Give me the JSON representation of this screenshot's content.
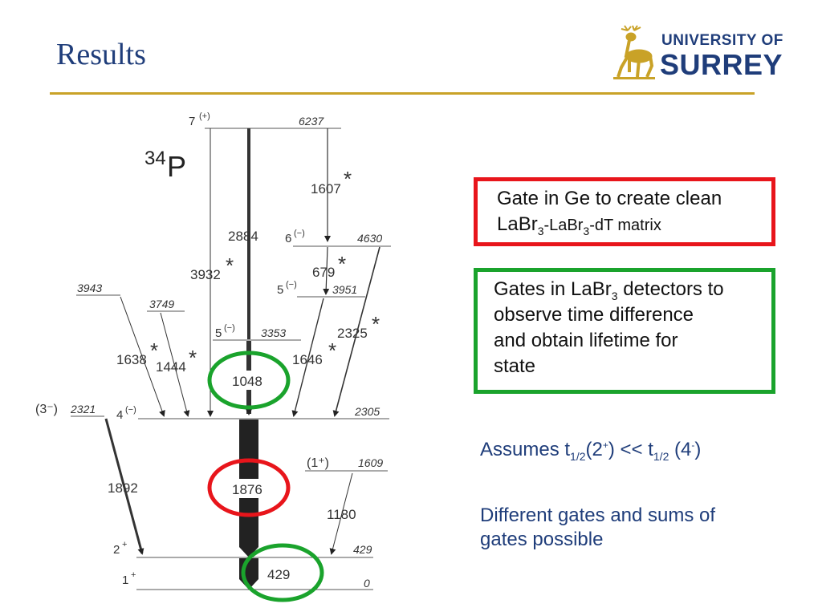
{
  "title": "Results",
  "logo": {
    "line1": "UNIVERSITY OF",
    "line2": "SURREY"
  },
  "colors": {
    "title": "#1f3d7a",
    "rule": "#c9a227",
    "red_box": "#e8151b",
    "green_box": "#1aa32c"
  },
  "nucleus": {
    "mass": "34",
    "symbol": "P"
  },
  "levels": [
    {
      "spin": "7",
      "parity": "(+)",
      "energy": "6237"
    },
    {
      "spin": "6",
      "parity": "(−)",
      "energy": "4630"
    },
    {
      "spin": "5",
      "parity": "(−)",
      "energy": "3951"
    },
    {
      "spin": "",
      "parity": "",
      "energy": "3943"
    },
    {
      "spin": "",
      "parity": "",
      "energy": "3749"
    },
    {
      "spin": "5",
      "parity": "(−)",
      "energy": "3353"
    },
    {
      "spin": "(3⁻)",
      "parity": "",
      "energy": "2321"
    },
    {
      "spin": "4",
      "parity": "(−)",
      "energy": "2305"
    },
    {
      "spin": "(1⁺)",
      "parity": "",
      "energy": "1609"
    },
    {
      "spin": "2",
      "parity": "+",
      "energy": "429"
    },
    {
      "spin": "1",
      "parity": "+",
      "energy": "0"
    }
  ],
  "transitions": [
    {
      "energy": "2884",
      "star": ""
    },
    {
      "energy": "1607",
      "star": "*"
    },
    {
      "energy": "3932",
      "star": "*"
    },
    {
      "energy": "679",
      "star": "*"
    },
    {
      "energy": "2325",
      "star": "*"
    },
    {
      "energy": "1638",
      "star": "*"
    },
    {
      "energy": "1444",
      "star": "*"
    },
    {
      "energy": "1646",
      "star": "*"
    },
    {
      "energy": "1048",
      "star": ""
    },
    {
      "energy": "1892",
      "star": ""
    },
    {
      "energy": "1876",
      "star": ""
    },
    {
      "energy": "1180",
      "star": ""
    },
    {
      "energy": "429",
      "star": ""
    }
  ],
  "red_box": {
    "line1": "Gate in Ge to create clean",
    "line2a": "LaBr",
    "sub": "3",
    "line2b": "-LaBr",
    "line2c": "-dT matrix"
  },
  "green_box": {
    "line1a": "Gates in LaBr",
    "sub": "3",
    "line1b": " detectors to",
    "line2": "observe time difference",
    "line3": "and obtain lifetime for",
    "line4": "state"
  },
  "note1": {
    "a": "Assumes t",
    "sub1": "1/2",
    "b": "(2",
    "sup1": "+",
    "c": ") << t",
    "sub2": "1/2",
    "d": " (4",
    "sup2": "-",
    "e": ")"
  },
  "note2": {
    "line1": "Different gates and sums of",
    "line2": "gates possible"
  }
}
